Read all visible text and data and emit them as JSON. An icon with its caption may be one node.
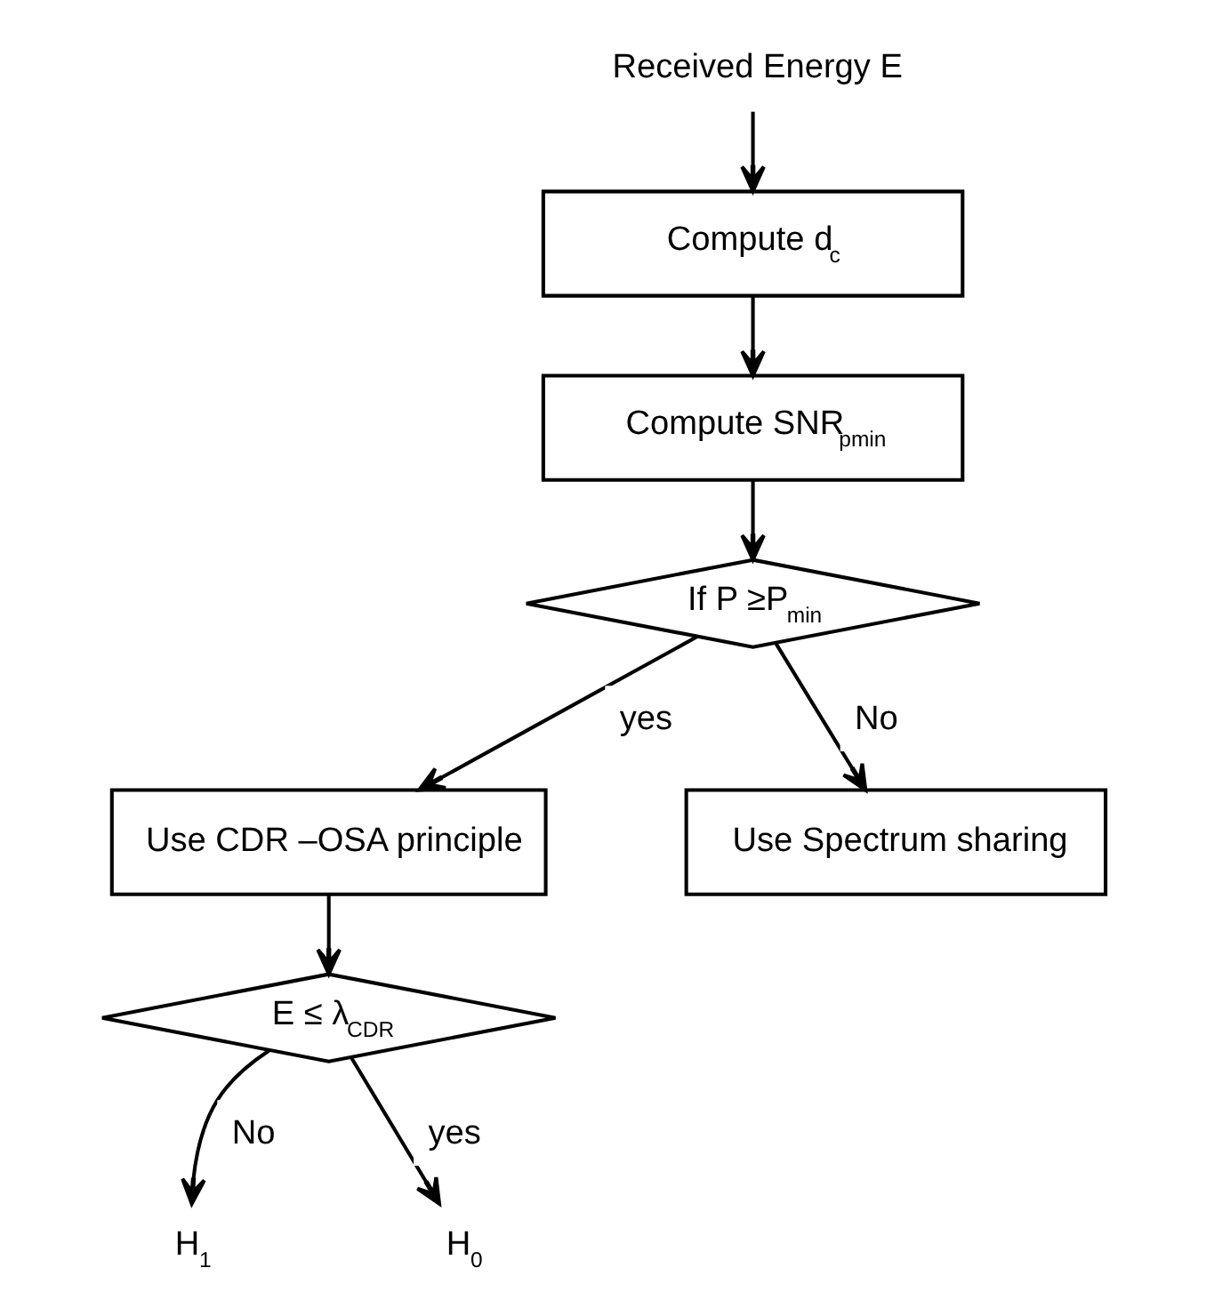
{
  "diagram": {
    "nodes": [
      {
        "text": [
          "Received Energy E"
        ]
      },
      {
        "text": [
          "Compute d$_{c}$"
        ]
      },
      {
        "text": [
          "Compute SNR$_{pmin}$"
        ]
      },
      {
        "text": [
          "If P ≥P$_{min}$"
        ]
      },
      {
        "text": [
          "Use CDR –OSA principle"
        ]
      },
      {
        "text": [
          "Use Spectrum sharing"
        ]
      },
      {
        "text": [
          "E ≤ λ$_{CDR}$"
        ]
      },
      {
        "text": [
          "H$_{1}$"
        ]
      },
      {
        "text": [
          "H$_{0}$"
        ]
      }
    ],
    "edges": [
      {
        "from": 0,
        "to": 1,
        "arrow": "to"
      },
      {
        "from": 1,
        "to": 2,
        "arrow": "to"
      },
      {
        "from": 2,
        "to": 3,
        "arrow": "to"
      },
      {
        "from": 3,
        "to": 4,
        "arrow": "to",
        "label": "yes"
      },
      {
        "from": 3,
        "to": 5,
        "arrow": "to",
        "label": "No"
      },
      {
        "from": 4,
        "to": 6,
        "arrow": "to"
      },
      {
        "from": 6,
        "to": 7,
        "arrow": "to",
        "label": "No"
      },
      {
        "from": 6,
        "to": 8,
        "arrow": "to",
        "label": "yes"
      }
    ]
  }
}
